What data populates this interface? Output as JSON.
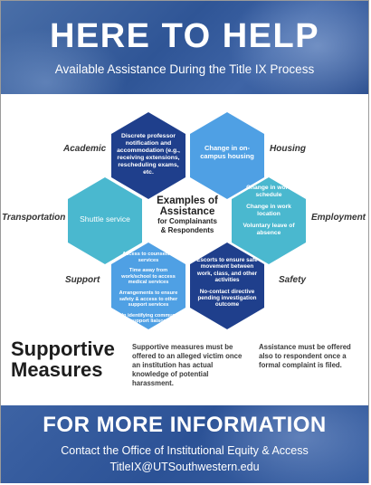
{
  "header": {
    "title": "HERE TO HELP",
    "subtitle": "Available Assistance During the Title IX Process"
  },
  "diagram": {
    "center": {
      "line1": "Examples of",
      "line2": "Assistance",
      "line3": "for Complainants",
      "line4": "& Respondents"
    },
    "categories": {
      "academic": "Academic",
      "housing": "Housing",
      "transportation": "Transportation",
      "employment": "Employment",
      "support": "Support",
      "safety": "Safety"
    },
    "hexagons": {
      "academic": "Discrete professor notification and accommodation (e.g., receiving extensions, rescheduling exams, etc.",
      "housing": "Change in on-campus housing",
      "transportation": "Shuttle service",
      "employment": [
        "Change in work schedule",
        "Change in work location",
        "Voluntary leave of absence"
      ],
      "support": [
        "Access to counseling services",
        "Time away from work/school to access medical services",
        "Arrangements to ensure safety & access to other support services",
        "Help identifying community support liaison"
      ],
      "safety": [
        "Escorts to ensure safe movement between work, class, and other activities",
        "No-contact directive pending investigation outcome"
      ]
    },
    "colors": {
      "dark_navy": "#1f3f8c",
      "medium_blue": "#3f7fd1",
      "light_blue": "#4fa0e4",
      "teal": "#4ab8cf"
    }
  },
  "supportive_measures": {
    "title_line1": "Supportive",
    "title_line2": "Measures",
    "body1": "Supportive measures must be offered to an alleged victim once an institution has actual knowledge of potential harassment.",
    "body2": "Assistance must be offered also to respondent once a formal complaint is filed."
  },
  "footer": {
    "title": "FOR MORE INFORMATION",
    "line1": "Contact the Office of Institutional Equity & Access",
    "line2": "TitleIX@UTSouthwestern.edu"
  }
}
